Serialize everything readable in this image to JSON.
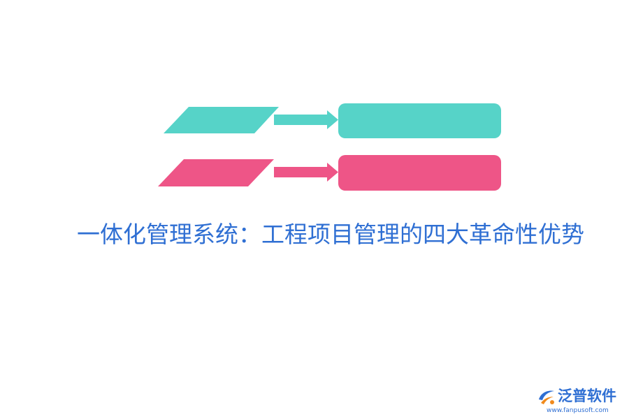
{
  "colors": {
    "teal": "#56d3c8",
    "pink": "#ee5587",
    "title": "#2f6fd3",
    "logo_text": "#2f6fd3",
    "logo_accent": "#f08a1c"
  },
  "diagram": {
    "rows": [
      {
        "color": "teal",
        "label": ""
      },
      {
        "color": "pink",
        "label": ""
      }
    ]
  },
  "title": {
    "text": "一体化管理系统：工程项目管理的四大革命性优势"
  },
  "logo": {
    "icon": "fanpu-logo-icon",
    "name": "泛普软件",
    "url": "www.fanpusoft.com"
  }
}
